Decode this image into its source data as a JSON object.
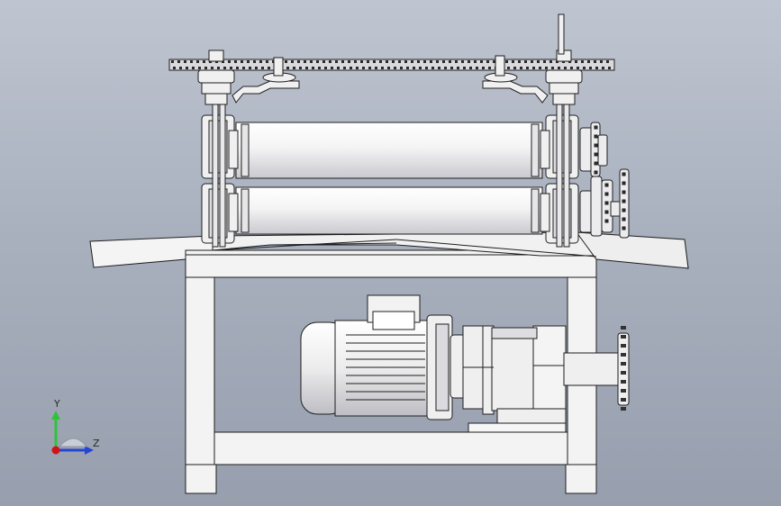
{
  "view": {
    "background_top": "#bfc5d0",
    "background_bottom": "#979fae",
    "part_fill": "#f3f3f3",
    "part_shade": "#cfcfd4",
    "edge_color": "#1e1e1e"
  },
  "triad": {
    "y_label": "Y",
    "z_label": "Z",
    "y_color": "#2fc23a",
    "z_color": "#2446d6",
    "x_color": "#d0121a"
  },
  "components": [
    "chain-drive",
    "upper-roller",
    "lower-roller",
    "sprocket-stack",
    "inclined-tray",
    "frame",
    "motor",
    "gear-reducer",
    "output-sprocket"
  ]
}
